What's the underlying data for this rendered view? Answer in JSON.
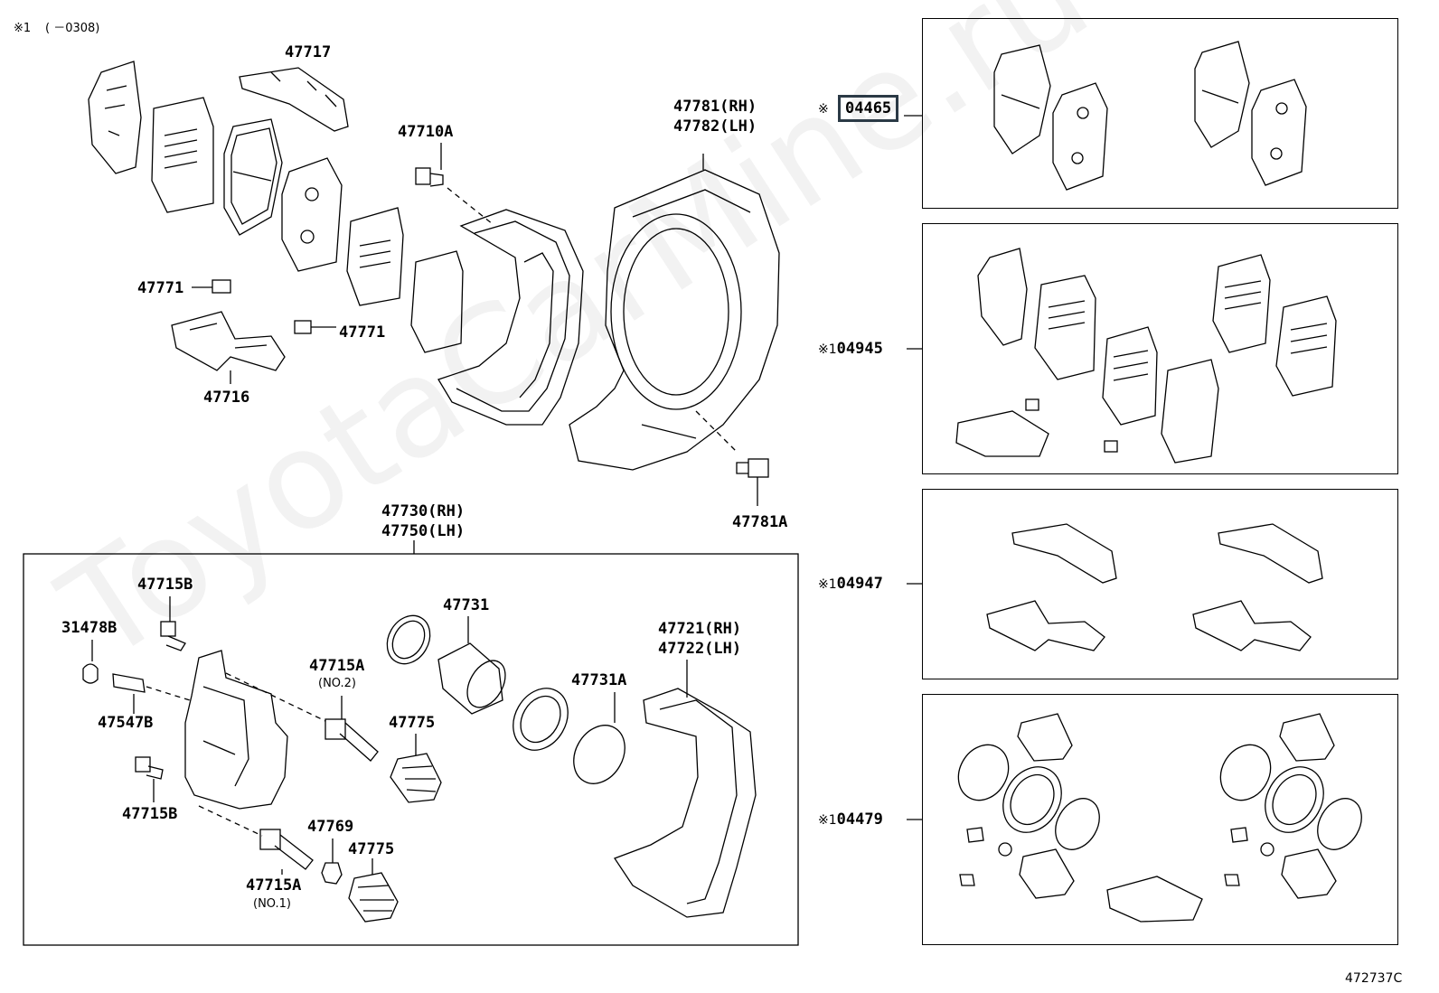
{
  "note": {
    "mark": "※1",
    "range": "(      －0308)"
  },
  "labels": {
    "p47717": "47717",
    "p47710A": "47710A",
    "p47781_rh": "47781(RH)",
    "p47782_lh": "47782(LH)",
    "p47771_a": "47771",
    "p47771_b": "47771",
    "p47716": "47716",
    "p47781A": "47781A",
    "p47730_rh": "47730(RH)",
    "p47750_lh": "47750(LH)",
    "p47715B_top": "47715B",
    "p31478B": "31478B",
    "p47731": "47731",
    "p47721_rh": "47721(RH)",
    "p47722_lh": "47722(LH)",
    "p47715A_no2": "47715A",
    "no2": "(NO.2)",
    "p47547B": "47547B",
    "p47775_a": "47775",
    "p47731A": "47731A",
    "p47715B_bot": "47715B",
    "p47769": "47769",
    "p47775_b": "47775",
    "p47715A_no1": "47715A",
    "no1": "(NO.1)"
  },
  "kits": [
    {
      "mark": "※",
      "code": "04465",
      "highlighted": true
    },
    {
      "mark": "※1",
      "code": "04945",
      "highlighted": false
    },
    {
      "mark": "※1",
      "code": "04947",
      "highlighted": false
    },
    {
      "mark": "※1",
      "code": "04479",
      "highlighted": false
    }
  ],
  "diagram_id": "472737C",
  "watermark": "ToyotaCarMine.ru",
  "colors": {
    "line": "#000000",
    "highlight_border": "#2b3a46",
    "background": "#ffffff"
  }
}
